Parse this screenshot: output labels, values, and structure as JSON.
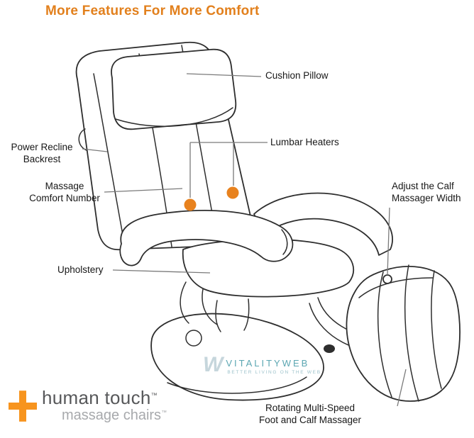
{
  "title": "More Features For More Comfort",
  "labels": {
    "cushion_pillow": "Cushion Pillow",
    "power_recline": "Power Recline\nBackrest",
    "lumbar_heaters": "Lumbar Heaters",
    "massage_comfort": "Massage\nComfort Number",
    "adjust_calf": "Adjust the Calf\nMassager Width",
    "upholstery": "Upholstery",
    "rotating_foot": "Rotating Multi-Speed\nFoot and Calf Massager"
  },
  "watermark": {
    "mark": "W",
    "name": "VITALITYWEB",
    "tagline": "BETTER LIVING ON THE WEB"
  },
  "logo": {
    "name": "human touch",
    "tm": "™",
    "sub": "massage chairs",
    "sub_tm": "™"
  },
  "colors": {
    "accent": "#E2801D",
    "heater_dot": "#E8821E",
    "line_art": "#2e2e2e",
    "leader_line": "#7a7a7a",
    "watermark_teal": "#4E9FAC",
    "logo_orange": "#F7941E",
    "logo_dark": "#57585A",
    "logo_gray": "#A7A9AC"
  }
}
